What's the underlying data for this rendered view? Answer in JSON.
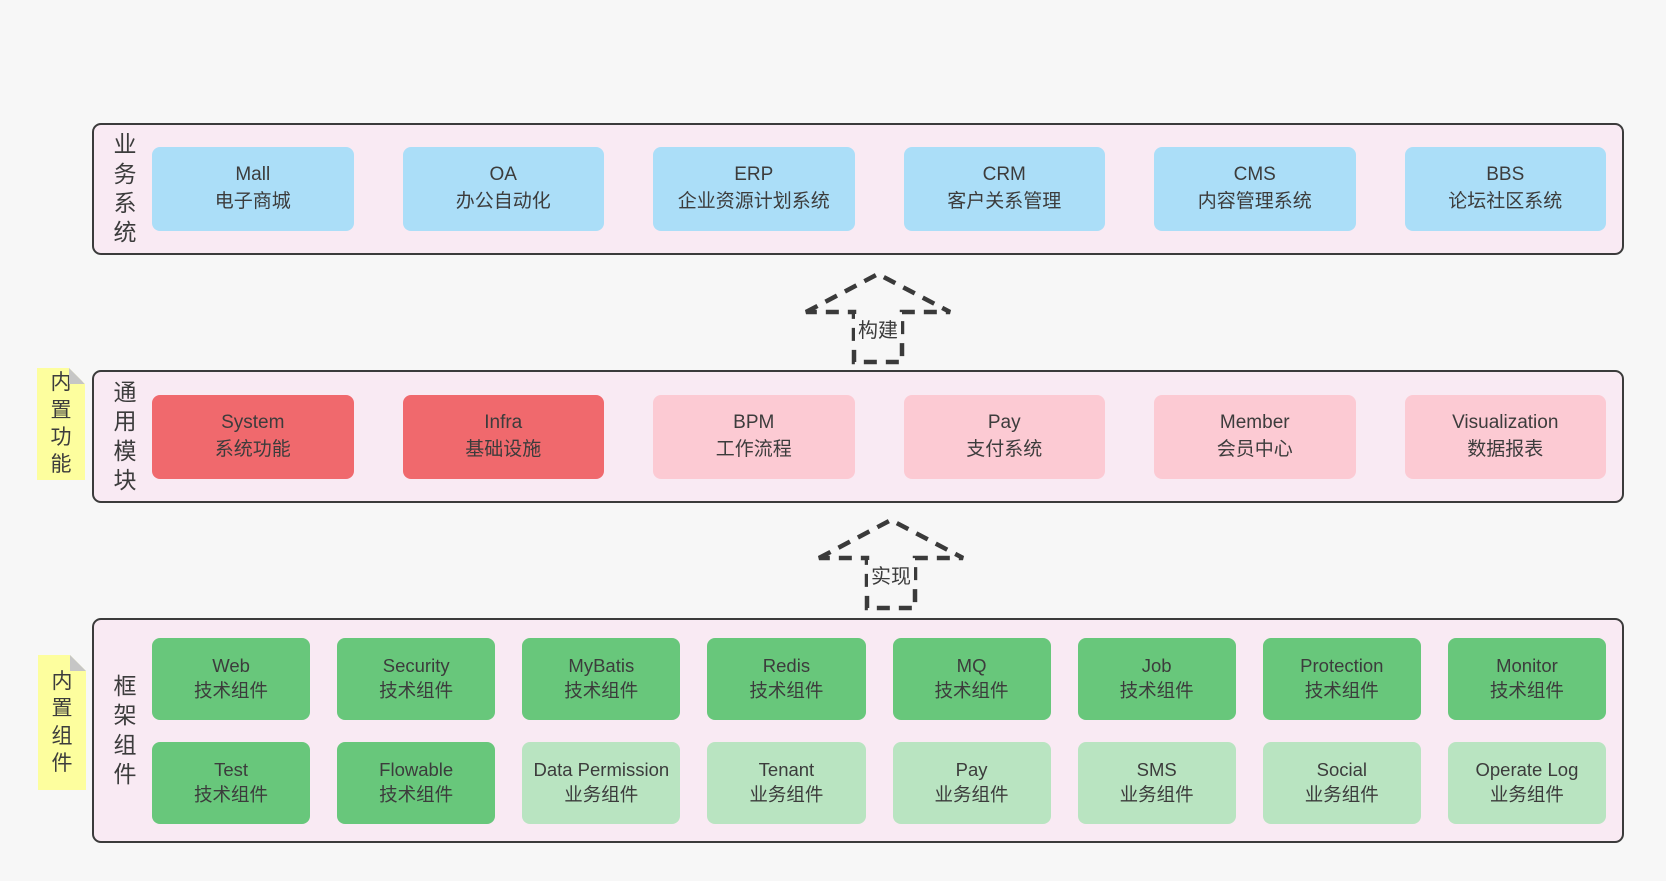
{
  "colors": {
    "page_bg": "#f7f7f7",
    "band_bg": "#f9eaf3",
    "band_border": "#3b3b3b",
    "blue_box": "#abdef8",
    "red_box": "#f0696d",
    "pink_box": "#fccad3",
    "green_box": "#68c77b",
    "light_green_box": "#b9e4c1",
    "sticky_yellow": "#fdfe9e",
    "text": "#3c3c3c"
  },
  "diagram": {
    "band1": {
      "label": "业务系统",
      "boxes": [
        {
          "name": "Mall",
          "desc": "电子商城"
        },
        {
          "name": "OA",
          "desc": "办公自动化"
        },
        {
          "name": "ERP",
          "desc": "企业资源计划系统"
        },
        {
          "name": "CRM",
          "desc": "客户关系管理"
        },
        {
          "name": "CMS",
          "desc": "内容管理系统"
        },
        {
          "name": "BBS",
          "desc": "论坛社区系统"
        }
      ]
    },
    "arrow1": {
      "label": "构建"
    },
    "band2": {
      "label": "通用模块",
      "sticky": "内置功能",
      "boxes": [
        {
          "name": "System",
          "desc": "系统功能"
        },
        {
          "name": "Infra",
          "desc": "基础设施"
        },
        {
          "name": "BPM",
          "desc": "工作流程"
        },
        {
          "name": "Pay",
          "desc": "支付系统"
        },
        {
          "name": "Member",
          "desc": "会员中心"
        },
        {
          "name": "Visualization",
          "desc": "数据报表"
        }
      ]
    },
    "arrow2": {
      "label": "实现"
    },
    "band3": {
      "label": "框架组件",
      "sticky": "内置组件",
      "row1": [
        {
          "name": "Web",
          "desc": "技术组件"
        },
        {
          "name": "Security",
          "desc": "技术组件"
        },
        {
          "name": "MyBatis",
          "desc": "技术组件"
        },
        {
          "name": "Redis",
          "desc": "技术组件"
        },
        {
          "name": "MQ",
          "desc": "技术组件"
        },
        {
          "name": "Job",
          "desc": "技术组件"
        },
        {
          "name": "Protection",
          "desc": "技术组件"
        },
        {
          "name": "Monitor",
          "desc": "技术组件"
        }
      ],
      "row2": [
        {
          "name": "Test",
          "desc": "技术组件"
        },
        {
          "name": "Flowable",
          "desc": "技术组件"
        },
        {
          "name": "Data Permission",
          "desc": "业务组件"
        },
        {
          "name": "Tenant",
          "desc": "业务组件"
        },
        {
          "name": "Pay",
          "desc": "业务组件"
        },
        {
          "name": "SMS",
          "desc": "业务组件"
        },
        {
          "name": "Social",
          "desc": "业务组件"
        },
        {
          "name": "Operate Log",
          "desc": "业务组件"
        }
      ]
    }
  }
}
